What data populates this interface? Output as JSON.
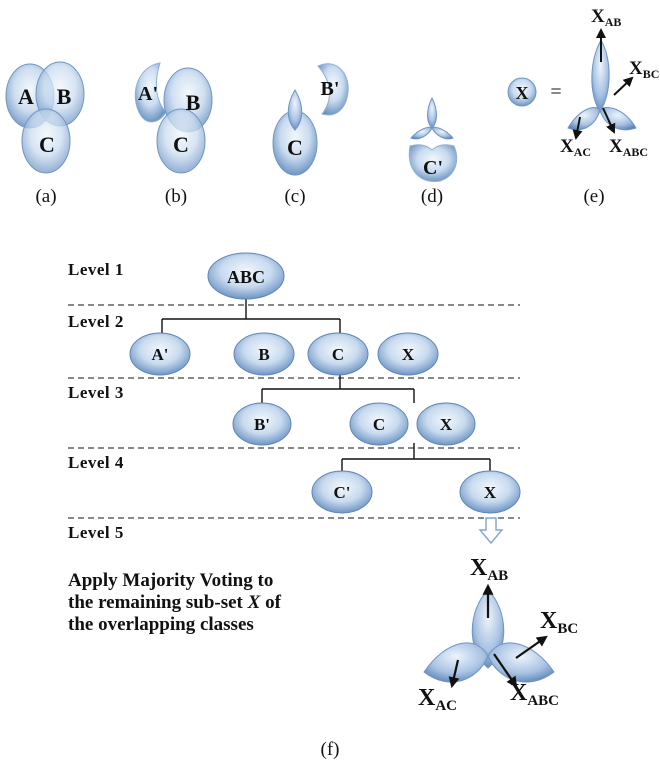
{
  "top_row": {
    "a": {
      "caption": "(a)",
      "labels": [
        "A",
        "B",
        "C"
      ]
    },
    "b": {
      "caption": "(b)",
      "labels": [
        "A'",
        "B",
        "C"
      ]
    },
    "c": {
      "caption": "(c)",
      "labels": [
        "B'",
        "C"
      ]
    },
    "d": {
      "caption": "(d)",
      "labels": [
        "C'"
      ]
    },
    "e": {
      "caption": "(e)",
      "x_label": "X",
      "equals": "=",
      "arrows": [
        {
          "base": "X",
          "sub": "AB"
        },
        {
          "base": "X",
          "sub": "BC"
        },
        {
          "base": "X",
          "sub": "AC"
        },
        {
          "base": "X",
          "sub": "ABC"
        }
      ]
    }
  },
  "tree": {
    "levels": [
      "Level 1",
      "Level 2",
      "Level 3",
      "Level 4",
      "Level 5"
    ],
    "level1": [
      "ABC"
    ],
    "level2": [
      "A'",
      "B",
      "C",
      "X"
    ],
    "level3": [
      "B'",
      "C",
      "X"
    ],
    "level4": [
      "C'",
      "X"
    ]
  },
  "majority": {
    "line1": "Apply Majority Voting to",
    "line2_pre": "the remaining sub-set ",
    "line2_var": "X",
    "line2_post": " of",
    "line3": "the overlapping classes"
  },
  "bottom_arrows": [
    {
      "base": "X",
      "sub": "AB"
    },
    {
      "base": "X",
      "sub": "BC"
    },
    {
      "base": "X",
      "sub": "AC"
    },
    {
      "base": "X",
      "sub": "ABC"
    }
  ],
  "figure_caption": "(f)"
}
